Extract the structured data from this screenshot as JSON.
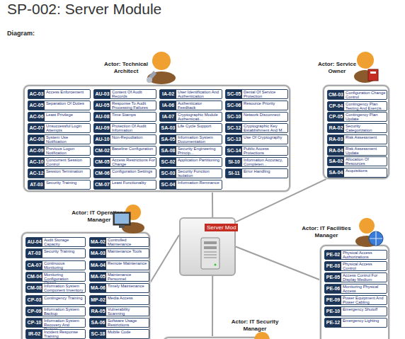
{
  "diagram": {
    "title": "SP-002: Server Module",
    "nodes": [
      {
        "text": [
          "Actor: Technical Architect"
        ]
      },
      {
        "text": [
          "AC-03",
          "Access Enforcement"
        ],
        "in": 0
      },
      {
        "text": [
          "AC-05",
          "Separation Of Duties"
        ],
        "in": 0
      },
      {
        "text": [
          "AC-06",
          "Least Privilege"
        ],
        "in": 0
      },
      {
        "text": [
          "AC-07",
          "Unsuccessful Login Attempts"
        ],
        "in": 0
      },
      {
        "text": [
          "AC-08",
          "System Use Notification"
        ],
        "in": 0
      },
      {
        "text": [
          "AC-09",
          "Previous Logon Notification"
        ],
        "in": 0
      },
      {
        "text": [
          "AC-10",
          "Concurrent Session Control"
        ],
        "in": 0
      },
      {
        "text": [
          "AC-12",
          "Session Termination"
        ],
        "in": 0
      },
      {
        "text": [
          "AT-03",
          "Security Training"
        ],
        "in": 0
      },
      {
        "text": [
          "AU-03",
          "Content Of Audit Records"
        ],
        "in": 0
      },
      {
        "text": [
          "AU-05",
          "Response To Audit Processing Failures"
        ],
        "in": 0
      },
      {
        "text": [
          "AU-08",
          "Time Stamps"
        ],
        "in": 0
      },
      {
        "text": [
          "AU-09",
          "Protection Of Audit Information"
        ],
        "in": 0
      },
      {
        "text": [
          "AU-10",
          "Non-Repudiation"
        ],
        "in": 0
      },
      {
        "text": [
          "CM-02",
          "Baseline Configuration"
        ],
        "in": 0
      },
      {
        "text": [
          "CM-05",
          "Access Restrictions For Change"
        ],
        "in": 0
      },
      {
        "text": [
          "CM-06",
          "Configuration Settings"
        ],
        "in": 0
      },
      {
        "text": [
          "CM-07",
          "Least Functionality"
        ],
        "in": 0
      },
      {
        "text": [
          "IA-02",
          "User Identification And Authentication"
        ],
        "in": 0
      },
      {
        "text": [
          "IA-06",
          "Authenticator Feedback"
        ],
        "in": 0
      },
      {
        "text": [
          "IA-07",
          "Cryptographic Module Authenticati..."
        ],
        "in": 0
      },
      {
        "text": [
          "SA-03",
          "Life Cycle Support"
        ],
        "in": 0
      },
      {
        "text": [
          "SA-05",
          "Information System Documentation"
        ],
        "in": 0
      },
      {
        "text": [
          "SA-08",
          "Security Engineering Princip..."
        ],
        "in": 0
      },
      {
        "text": [
          "SC-02",
          "Application Partitioning"
        ],
        "in": 0
      },
      {
        "text": [
          "SC-03",
          "Security Function Isolation"
        ],
        "in": 0
      },
      {
        "text": [
          "SC-04",
          "Information Remnance"
        ],
        "in": 0
      },
      {
        "text": [
          "SC-05",
          "Denial Of Service Protection"
        ],
        "in": 0
      },
      {
        "text": [
          "SC-06",
          "Resource Priority"
        ],
        "in": 0
      },
      {
        "text": [
          "SC-10",
          "Network Disconnect"
        ],
        "in": 0
      },
      {
        "text": [
          "SC-12",
          "Cryptographic Key Establishment And M..."
        ],
        "in": 0
      },
      {
        "text": [
          "SC-13",
          "Use Of Cryptography"
        ],
        "in": 0
      },
      {
        "text": [
          "SC-14",
          "Public Access Protections"
        ],
        "in": 0
      },
      {
        "text": [
          "SI-10",
          "Information Accuracy, Completen..."
        ],
        "in": 0
      },
      {
        "text": [
          "SI-11",
          "Error Handling"
        ],
        "in": 0
      },
      {
        "text": [
          "Actor: Service Owner"
        ]
      },
      {
        "text": [
          "CM-03",
          "Configuration Change Control"
        ],
        "in": 36
      },
      {
        "text": [
          "CP-04",
          "Contingency Plan Testing And Exercis..."
        ],
        "in": 36
      },
      {
        "text": [
          "CP-05",
          "Contingency Plan Update"
        ],
        "in": 36
      },
      {
        "text": [
          "RA-02",
          "Security Categorization"
        ],
        "in": 36
      },
      {
        "text": [
          "RA-03",
          "Risk Assessment"
        ],
        "in": 36
      },
      {
        "text": [
          "RA-04",
          "Risk Assessment Update"
        ],
        "in": 36
      },
      {
        "text": [
          "SA-02",
          "Allocation Of Resources"
        ],
        "in": 36
      },
      {
        "text": [
          "SA-04",
          "Acquisitions"
        ],
        "in": 36
      },
      {
        "text": [
          "Server Mod"
        ]
      },
      {
        "text": [
          "Actor: IT Operations Manager"
        ]
      },
      {
        "text": [
          "AU-04",
          "Audit Storage Capacity"
        ],
        "in": 46
      },
      {
        "text": [
          "AT-03",
          "Security Training"
        ],
        "in": 46
      },
      {
        "text": [
          "CA-07",
          "Continuous Monitoring"
        ],
        "in": 46
      },
      {
        "text": [
          "CM-04",
          "Monitoring Configuration Chang..."
        ],
        "in": 46
      },
      {
        "text": [
          "CM-08",
          "Information System Component Inventory"
        ],
        "in": 46
      },
      {
        "text": [
          "CP-03",
          "Contingency Training"
        ],
        "in": 46
      },
      {
        "text": [
          "CP-09",
          "Information System Backup"
        ],
        "in": 46
      },
      {
        "text": [
          "CP-10",
          "Information System Recovery And Recons..."
        ],
        "in": 46
      },
      {
        "text": [
          "IR-02",
          "Incident Response Training"
        ],
        "in": 46
      },
      {
        "text": [
          "MA-02",
          "Controlled Maintenance"
        ],
        "in": 46
      },
      {
        "text": [
          "MA-03",
          "Maintenance Tools"
        ],
        "in": 46
      },
      {
        "text": [
          "MA-04",
          "Remote Maintenance"
        ],
        "in": 46
      },
      {
        "text": [
          "MA-05",
          "Maintenance Personnel"
        ],
        "in": 46
      },
      {
        "text": [
          "MA-06",
          "Timely Maintenance"
        ],
        "in": 46
      },
      {
        "text": [
          "MP-02",
          "Media Access"
        ],
        "in": 46
      },
      {
        "text": [
          "RA-05",
          "Vulnerability Scanning"
        ],
        "in": 46
      },
      {
        "text": [
          "SA-06",
          "Software Usage Restrictions"
        ],
        "in": 46
      },
      {
        "text": [
          "SC-18",
          "Mobile Code"
        ],
        "in": 46
      },
      {
        "text": [
          "Actor: IT Facilities Manager"
        ]
      },
      {
        "text": [
          "PE-02",
          "Physical Access Authorizations"
        ],
        "in": 65
      },
      {
        "text": [
          "PE-03",
          "Physical Access Control"
        ],
        "in": 65
      },
      {
        "text": [
          "PE-05",
          "Access Control For Display Medium"
        ],
        "in": 65
      },
      {
        "text": [
          "PE-06",
          "Monitoring Physical Access"
        ],
        "in": 65
      },
      {
        "text": [
          "PE-09",
          "Power Equipment And Power Cabling"
        ],
        "in": 65
      },
      {
        "text": [
          "PE-10",
          "Emergency Shutoff"
        ],
        "in": 65
      },
      {
        "text": [
          "PE-12",
          "Emergency Lighting"
        ],
        "in": 65
      },
      {
        "text": [
          "Actor: IT Security Manager"
        ]
      }
    ],
    "edges": [
      {
        "from": 45,
        "to": 0,
        "arrow": "none"
      },
      {
        "from": 45,
        "to": 36,
        "arrow": "none"
      },
      {
        "from": 45,
        "to": 46,
        "arrow": "none"
      },
      {
        "from": 45,
        "to": 65,
        "arrow": "none"
      },
      {
        "from": 45,
        "to": 73,
        "arrow": "none"
      }
    ],
    "labels": [
      "Diagram:"
    ]
  }
}
